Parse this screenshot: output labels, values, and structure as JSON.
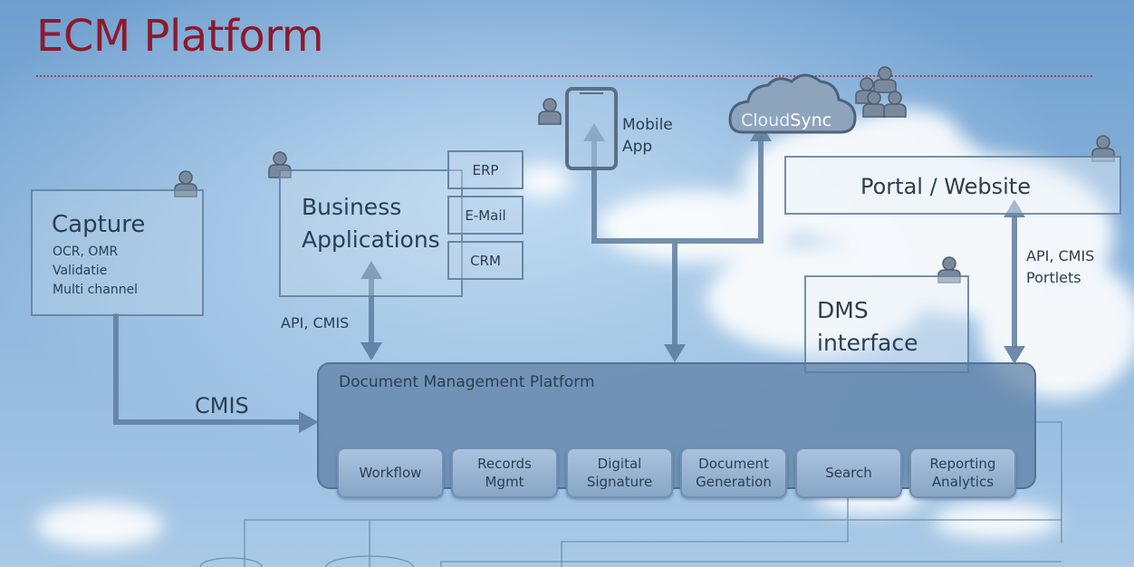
{
  "title": "ECM Platform",
  "capture": {
    "heading": "Capture",
    "lines": [
      "OCR, OMR",
      "Validatie",
      "Multi channel"
    ]
  },
  "business": {
    "line1": "Business",
    "line2": "Applications",
    "subsystems": [
      "ERP",
      "E-Mail",
      "CRM"
    ]
  },
  "mobile": {
    "line1": "Mobile",
    "line2": "App"
  },
  "cloudsync": {
    "part1": "Cloud",
    "part2": "Sync"
  },
  "portal": {
    "label": "Portal / Website"
  },
  "dms": {
    "line1": "DMS",
    "line2": "interface"
  },
  "labels": {
    "api_cmis": "API, CMIS",
    "cmis": "CMIS",
    "api_cmis_portlets_1": "API, CMIS",
    "api_cmis_portlets_2": "Portlets"
  },
  "platform": {
    "name": "Document Management Platform",
    "modules": [
      "Workflow",
      "Records\nMgmt",
      "Digital\nSignature",
      "Document\nGeneration",
      "Search",
      "Reporting\nAnalytics"
    ]
  },
  "colors": {
    "title": "#8c1a2c",
    "arrow": "#5f7d9e",
    "platform": "#5c7ea4",
    "sky": "#8db6dc"
  }
}
